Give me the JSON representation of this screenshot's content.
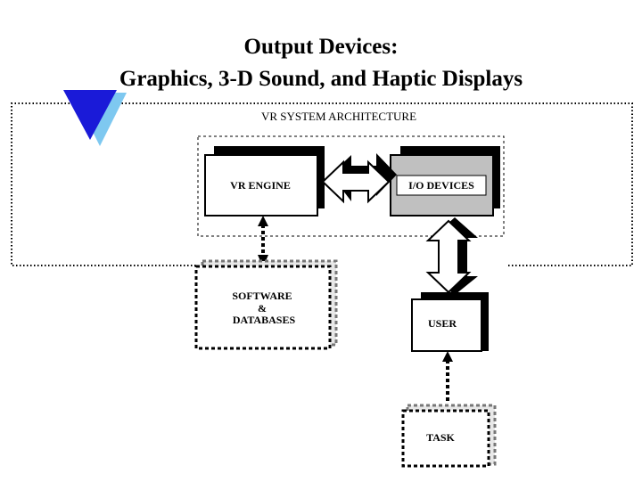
{
  "slide": {
    "title_line1": "Output Devices:",
    "title_line2": "Graphics, 3-D Sound, and Haptic Displays"
  },
  "diagram": {
    "frame_label": "VR  SYSTEM  ARCHITECTURE",
    "nodes": {
      "vr_engine": "VR ENGINE",
      "io_devices": "I/O DEVICES",
      "software_line1": "SOFTWARE",
      "software_line2": "&",
      "software_line3": "DATABASES",
      "user": "USER",
      "task": "TASK"
    }
  },
  "colors": {
    "triangle_front": "#1a1ad8",
    "triangle_back": "#7ec8f0",
    "io_fill": "#c0c0c0",
    "ink": "#000000"
  }
}
